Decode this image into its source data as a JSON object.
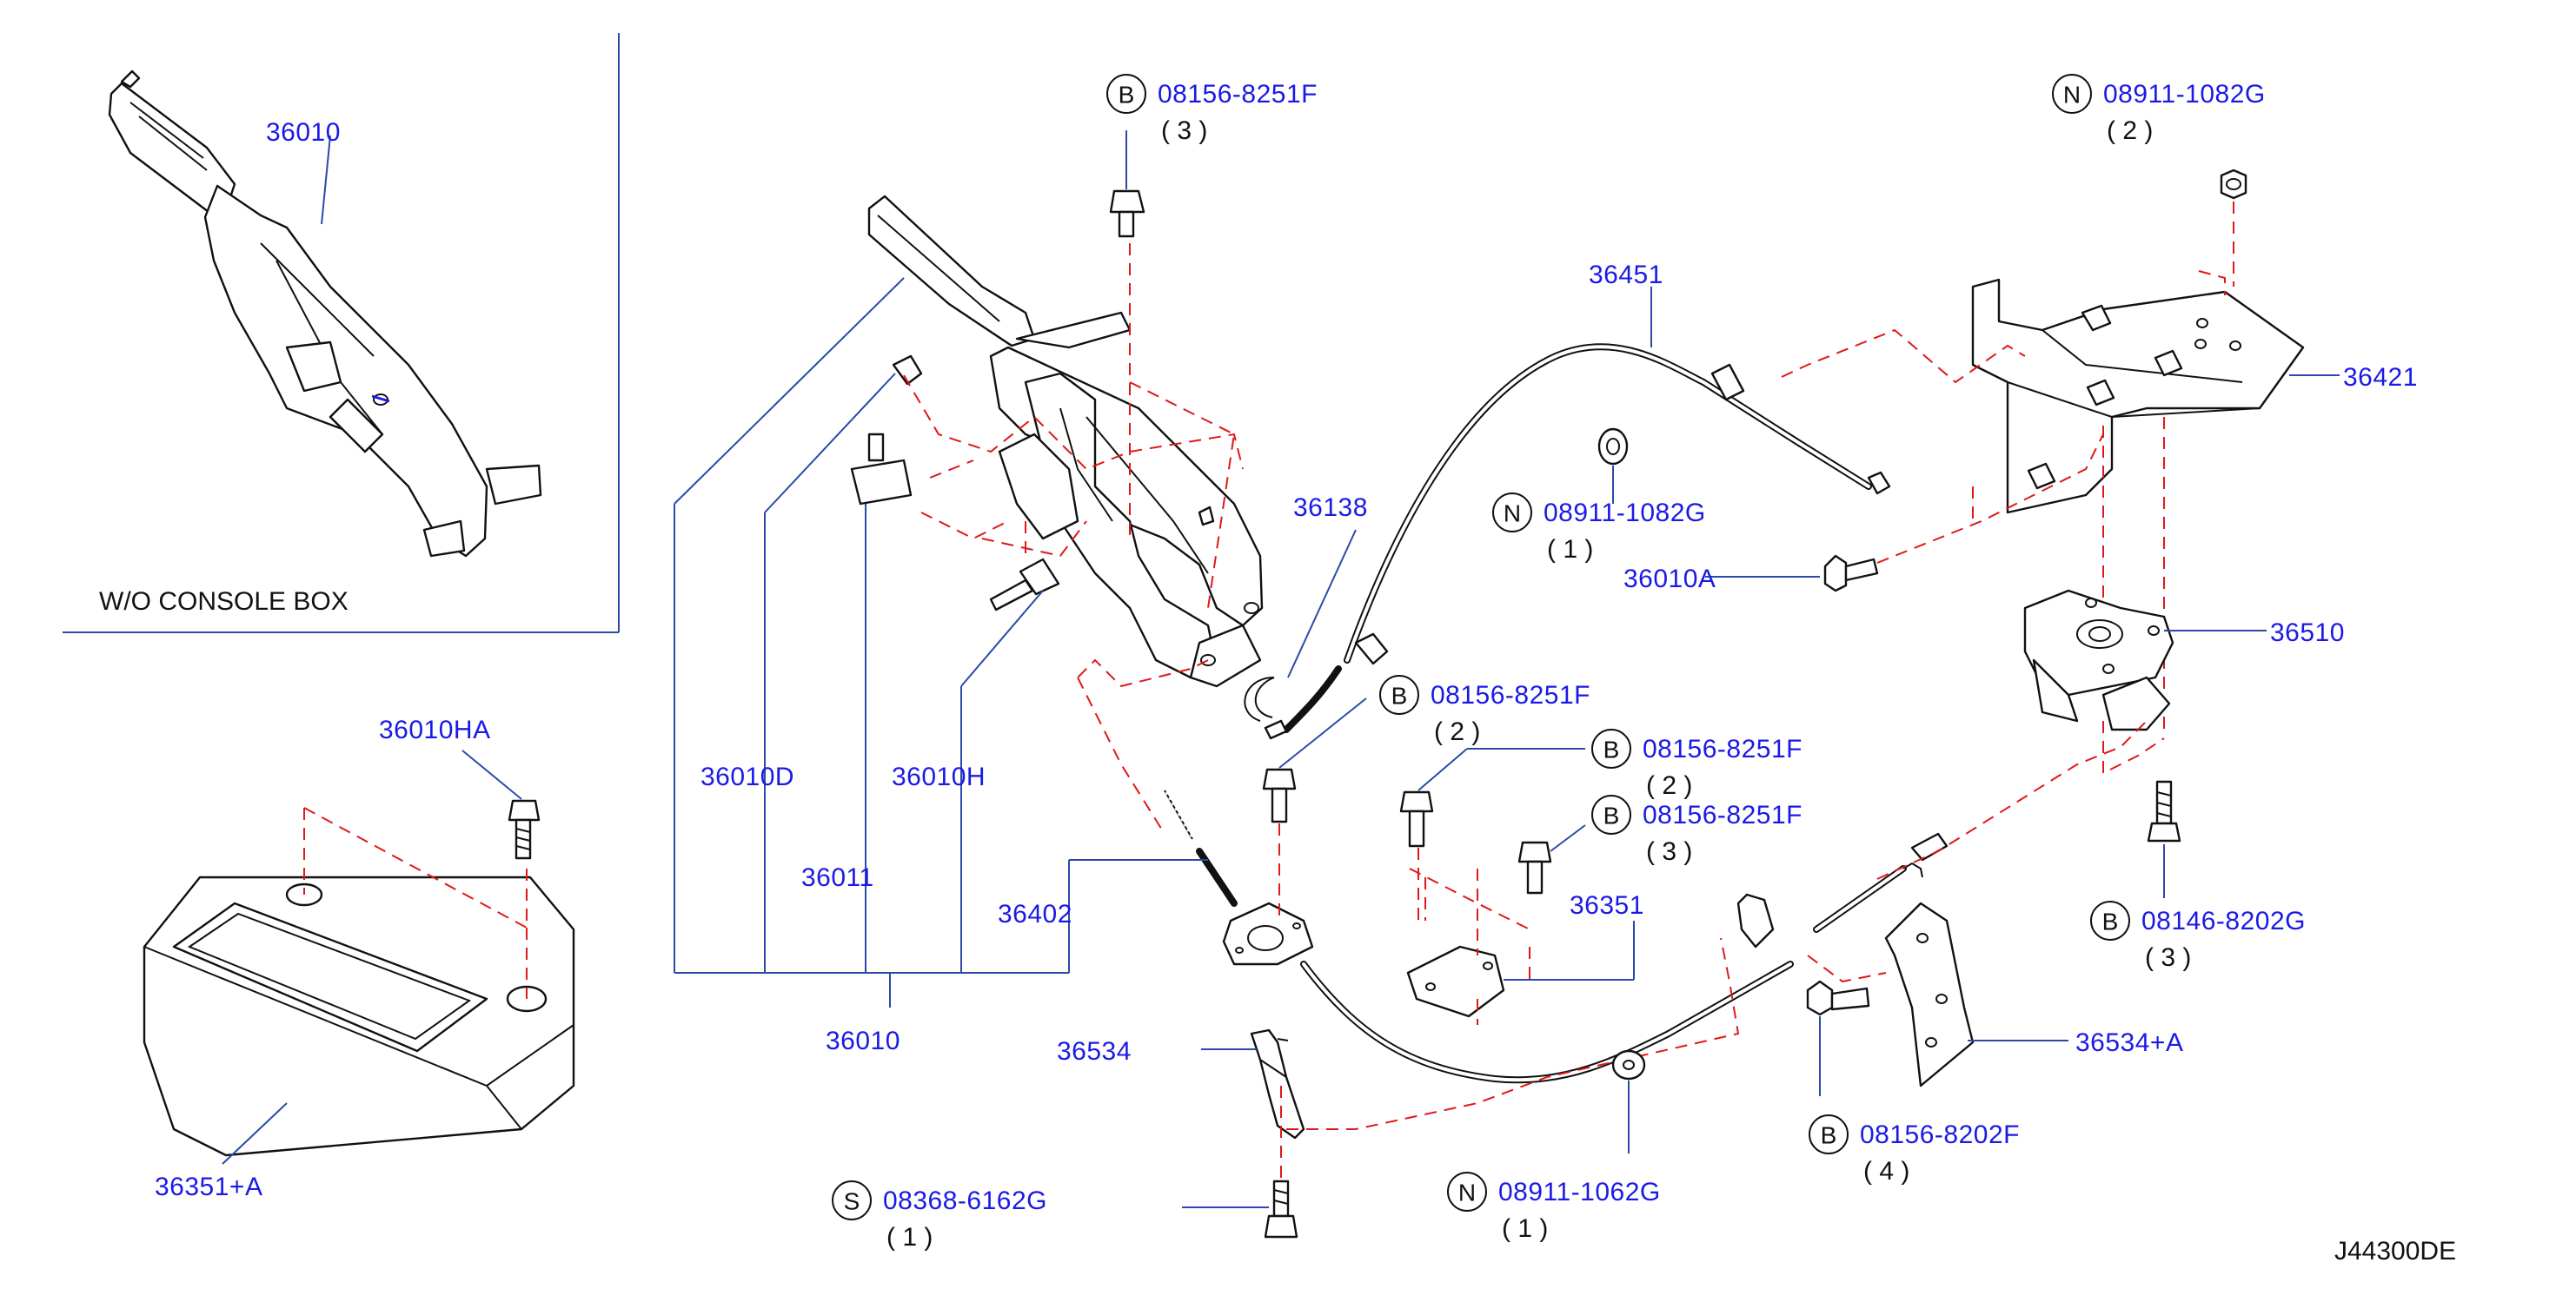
{
  "diagram_code": "J44300DE",
  "inset": {
    "note": "W/O  CONSOLE  BOX",
    "part": "36010"
  },
  "labels": {
    "p36010": "36010",
    "p36010D": "36010D",
    "p36010H": "36010H",
    "p36011": "36011",
    "p36402": "36402",
    "p36138": "36138",
    "p36451": "36451",
    "p36421": "36421",
    "p36010A": "36010A",
    "p36510": "36510",
    "p36351": "36351",
    "p36534": "36534",
    "p36534A": "36534+A",
    "p36010HA": "36010HA",
    "p36351A": "36351+A"
  },
  "callouts": [
    {
      "id": "b_top",
      "letter": "B",
      "part": "08156-8251F",
      "qty": "( 3 )"
    },
    {
      "id": "n_top",
      "letter": "N",
      "part": "08911-1082G",
      "qty": "( 2 )"
    },
    {
      "id": "n_mid",
      "letter": "N",
      "part": "08911-1082G",
      "qty": "( 1 )"
    },
    {
      "id": "b_mid1",
      "letter": "B",
      "part": "08156-8251F",
      "qty": "( 2 )"
    },
    {
      "id": "b_mid2",
      "letter": "B",
      "part": "08156-8251F",
      "qty": "( 2 )"
    },
    {
      "id": "b_mid3",
      "letter": "B",
      "part": "08156-8251F",
      "qty": "( 3 )"
    },
    {
      "id": "b_right",
      "letter": "B",
      "part": "08146-8202G",
      "qty": "( 3 )"
    },
    {
      "id": "b_low",
      "letter": "B",
      "part": "08156-8202F",
      "qty": "( 4 )"
    },
    {
      "id": "s_low",
      "letter": "S",
      "part": "08368-6162G",
      "qty": "( 1 )"
    },
    {
      "id": "n_low",
      "letter": "N",
      "part": "08911-1062G",
      "qty": "( 1 )"
    }
  ]
}
